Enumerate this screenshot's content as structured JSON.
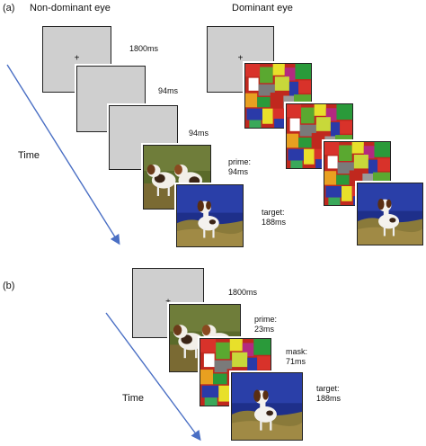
{
  "panel_a": {
    "label": "(a)",
    "col_left": "Non-dominant eye",
    "col_right": "Dominant eye",
    "time": "Time",
    "t_fix": "1800ms",
    "t_blank1": "94ms",
    "t_blank2": "94ms",
    "t_prime": "prime:\n94ms",
    "t_target": "target:\n188ms"
  },
  "panel_b": {
    "label": "(b)",
    "time": "Time",
    "t_fix": "1800ms",
    "t_prime": "prime:\n23ms",
    "t_mask": "mask:\n71ms",
    "t_target": "target:\n188ms"
  },
  "fixation": "+",
  "colors": {
    "arrow": "#4a6fc4",
    "screen": "#cfcfcf"
  },
  "icons": [
    "fixation-cross",
    "dog-image",
    "mondrian-mask"
  ]
}
